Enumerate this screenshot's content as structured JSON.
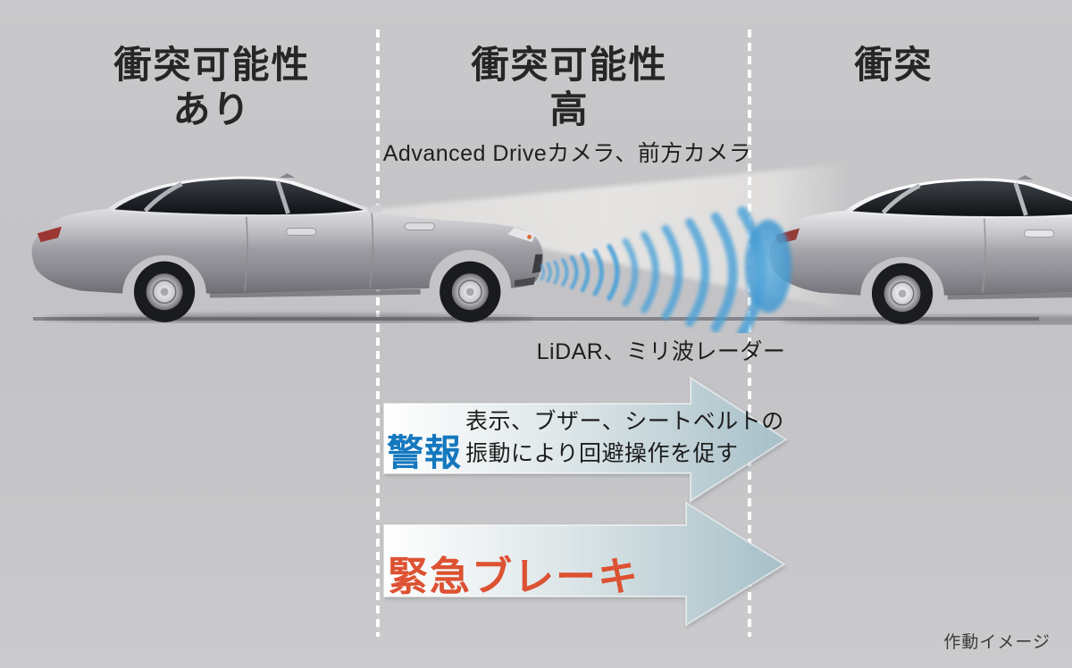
{
  "phases": {
    "phase1": {
      "line1": "衝突可能性",
      "line2": "あり"
    },
    "phase2": {
      "line1": "衝突可能性",
      "line2": "高"
    },
    "phase3": {
      "label": "衝突"
    }
  },
  "sensors": {
    "camera_label": "Advanced Driveカメラ、前方カメラ",
    "lidar_label": "LiDAR、ミリ波レーダー"
  },
  "actions": {
    "alert": {
      "title": "警報",
      "title_color": "#1478be",
      "desc_line1": "表示、ブザー、シートベルトの",
      "desc_line2": "振動により回避操作を促す"
    },
    "brake": {
      "title": "緊急ブレーキ",
      "title_color": "#dc5232"
    }
  },
  "footer": {
    "caption": "作動イメージ"
  },
  "colors": {
    "background": "#c6c6c8",
    "divider": "#ffffff",
    "road": "#84848a",
    "wave_blue": "#47a0d8",
    "arrow_gradient_start": "#ffffff",
    "arrow_gradient_end": "#a7bfc8",
    "alert_blue": "#1478be",
    "brake_orange": "#dc5232"
  },
  "icons": {
    "ego_car": "ego-vehicle-side-view",
    "lead_car": "lead-vehicle-side-view",
    "waves": "radar-wave-arcs",
    "cone": "camera-detection-cone"
  }
}
